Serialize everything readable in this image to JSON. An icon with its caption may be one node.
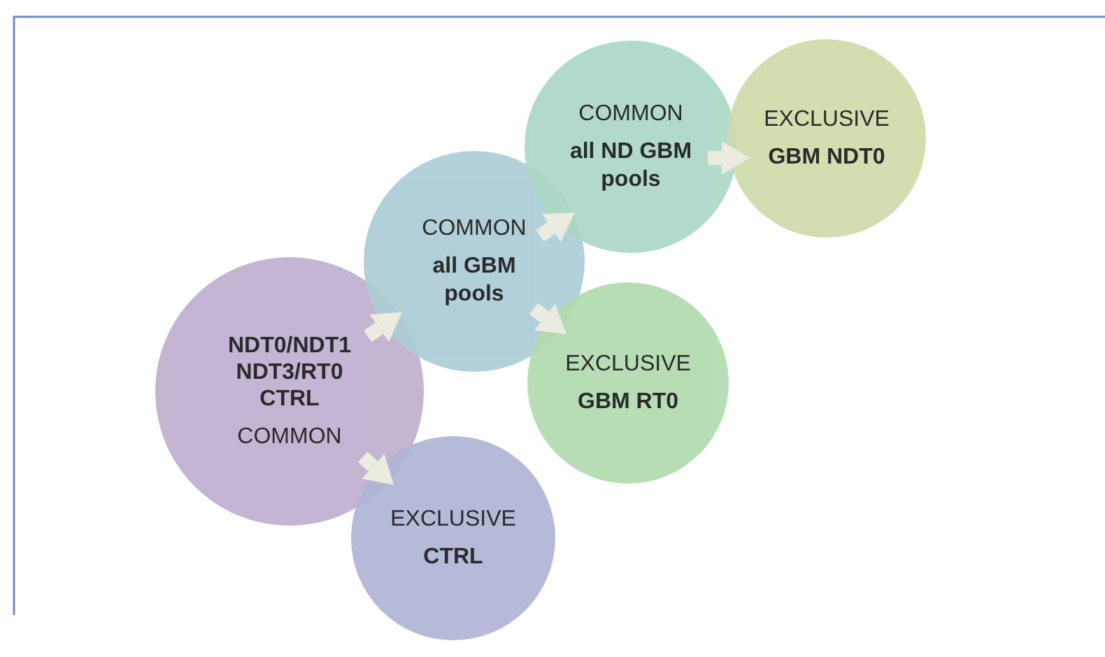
{
  "diagram": {
    "nodes": [
      {
        "text": [
          "NDT0/NDT1 NDT3/RT0 CTRL",
          "COMMON"
        ]
      },
      {
        "text": [
          "EXCLUSIVE",
          "CTRL"
        ]
      },
      {
        "text": [
          "COMMON",
          "all GBM pools"
        ]
      },
      {
        "text": [
          "EXCLUSIVE",
          "GBM RT0"
        ]
      },
      {
        "text": [
          "COMMON",
          "all ND GBM pools"
        ]
      },
      {
        "text": [
          "EXCLUSIVE",
          "GBM NDT0"
        ]
      }
    ],
    "edges": [
      {
        "from": 0,
        "to": 2,
        "arrow": "to"
      },
      {
        "from": 0,
        "to": 1,
        "arrow": "to"
      },
      {
        "from": 2,
        "to": 4,
        "arrow": "to"
      },
      {
        "from": 2,
        "to": 3,
        "arrow": "to"
      },
      {
        "from": 4,
        "to": 5,
        "arrow": "to"
      }
    ]
  }
}
